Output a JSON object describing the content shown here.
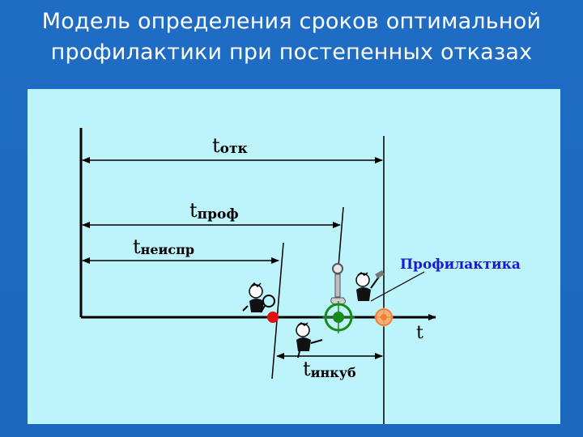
{
  "slide": {
    "title_line1": "Модель определения сроков оптимальной",
    "title_line2": "профилактики при постепенных отказах"
  },
  "diagram": {
    "labels": {
      "t_otk_base": "t",
      "t_otk_sub": "отк",
      "t_prof_base": "t",
      "t_prof_sub": "проф",
      "t_neispr_base": "t",
      "t_neispr_sub": "неиспр",
      "t_inkub_base": "t",
      "t_inkub_sub": "инкуб",
      "axis_t": "t",
      "profilaktika": "Профилактика"
    },
    "colors": {
      "panel_background": "#bdf3fb",
      "lines": "#000000",
      "profilaktika_text": "#1a1acc",
      "fault_point": "#e01010",
      "target_point": "#1a8a1a",
      "failure_point": "#f08030"
    },
    "icons": [
      "person-with-magnifier-icon",
      "person-with-wrench-icon",
      "person-with-hammer-icon",
      "wrench-tool-icon",
      "target-crosshair-icon"
    ]
  }
}
